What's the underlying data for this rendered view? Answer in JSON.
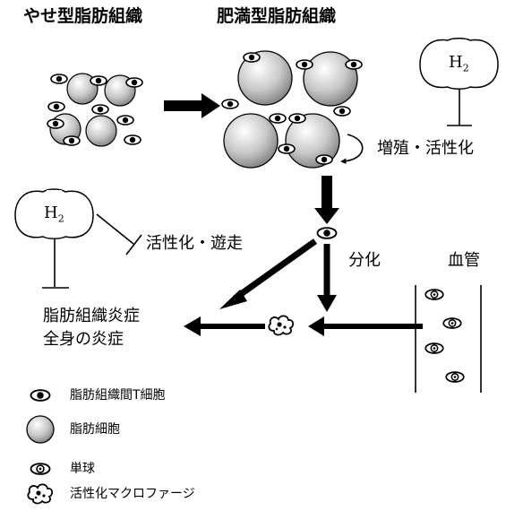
{
  "titles": {
    "lean": "やせ型脂肪組織",
    "obese": "肥満型脂肪組織"
  },
  "h2_label": {
    "h": "H",
    "sub": "2"
  },
  "labels": {
    "prolif": "増殖・活性化",
    "activ_migr": "活性化・遊走",
    "diff": "分化",
    "vessel": "血管",
    "inflam1": "脂肪組織炎症",
    "inflam2": "全身の炎症"
  },
  "legend": [
    {
      "icon": "adipose-t-cell-icon",
      "label": "脂肪組織間T細胞"
    },
    {
      "icon": "adipocyte-icon",
      "label": "脂肪細胞"
    },
    {
      "icon": "monocyte-icon",
      "label": "単球"
    },
    {
      "icon": "activated-macrophage-icon",
      "label": "活性化マクロファージ"
    }
  ]
}
